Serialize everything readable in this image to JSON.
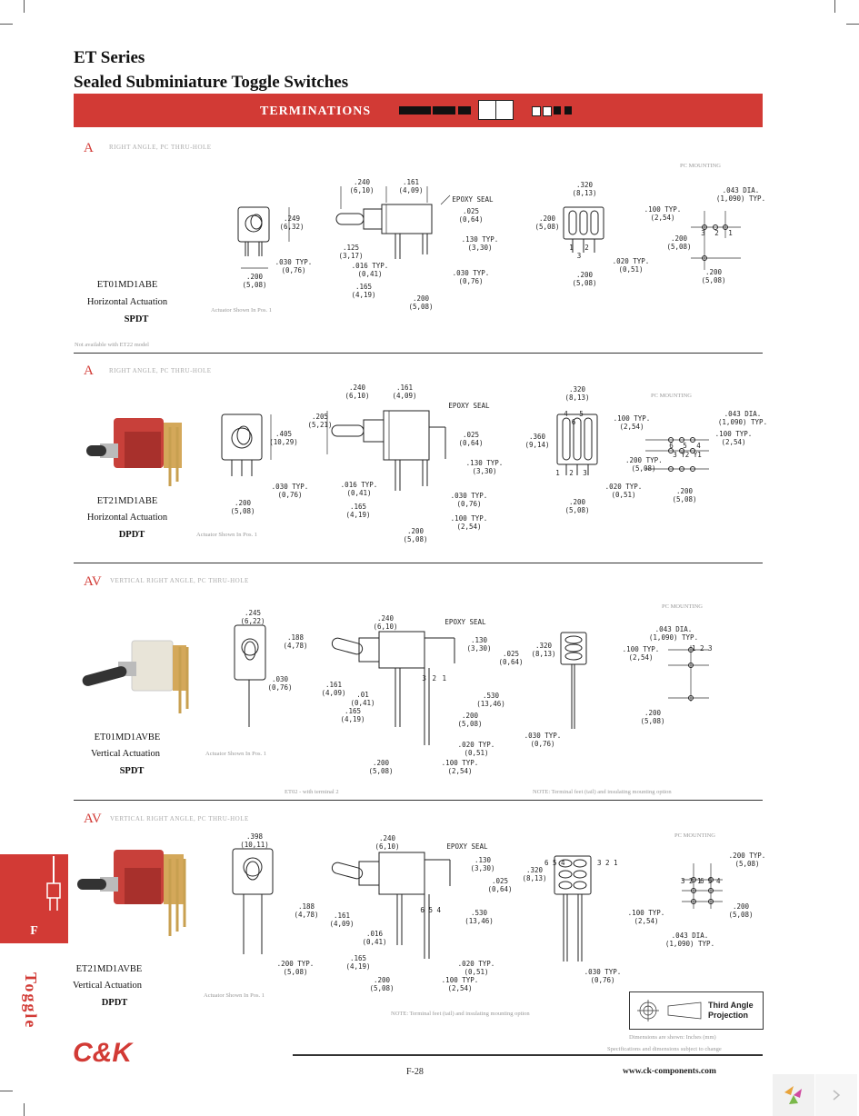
{
  "header": {
    "series": "ET Series",
    "subtitle": "Sealed Subminiature Toggle Switches"
  },
  "banner": {
    "label": "TERMINATIONS"
  },
  "common": {
    "epoxy_seal": "EPOXY SEAL",
    "pc_mounting": "PC MOUNTING",
    "actuator_shown": "Actuator Shown In Pos. 1",
    "note": "NOTE: Terminal feet (tail) and insulating mounting option"
  },
  "sections": [
    {
      "letter": "A",
      "desc": "RIGHT ANGLE, PC THRU-HOLE",
      "part": "ET01MD1ABE",
      "actuation": "Horizontal Actuation",
      "type": "SPDT",
      "footnote": "Not available with ET22 model",
      "pc_label": "PC MOUNTING",
      "dims": {
        "front_h": ".249\n(6,32)",
        "front_w": ".200\n(5,08)",
        "front_t": ".030 TYP.\n(0,76)",
        "side_a": ".240\n(6,10)",
        "side_b": ".161\n(4,09)",
        "side_c": ".025\n(0,64)",
        "side_d": ".130 TYP.\n(3,30)",
        "side_e": ".125\n(3,17)",
        "side_f": ".016 TYP.\n(0,41)",
        "side_g": ".165\n(4,19)",
        "side_h": ".030 TYP.\n(0,76)",
        "side_i": ".200\n(5,08)",
        "end_w": ".320\n(8,13)",
        "end_h": ".200\n(5,08)",
        "end_t": ".020 TYP.\n(0,51)",
        "end_b": ".200\n(5,08)",
        "pc_dia": ".043 DIA.\n(1,090) TYP.",
        "pc_a": ".100 TYP.\n(2,54)",
        "pc_b": ".200\n(5,08)",
        "pc_c": ".200\n(5,08)",
        "pins": "1 2 3",
        "pc_pins": "3 2 1"
      }
    },
    {
      "letter": "A",
      "desc": "RIGHT ANGLE, PC THRU-HOLE",
      "part": "ET21MD1ABE",
      "actuation": "Horizontal Actuation",
      "type": "DPDT",
      "pc_label": "PC MOUNTING",
      "dims": {
        "front_h": ".405\n(10,29)",
        "front_w": ".200\n(5,08)",
        "front_t": ".030 TYP.\n(0,76)",
        "side_a": ".240\n(6,10)",
        "side_b": ".161\n(4,09)",
        "side_top": ".205\n(5,21)",
        "side_c": ".025\n(0,64)",
        "side_d": ".130 TYP.\n(3,30)",
        "side_f": ".016 TYP.\n(0,41)",
        "side_g": ".165\n(4,19)",
        "side_h": ".030 TYP.\n(0,76)",
        "side_i": ".200\n(5,08)",
        "side_j": ".100 TYP.\n(2,54)",
        "end_w": ".320\n(8,13)",
        "end_h": ".360\n(9,14)",
        "end_t": ".020 TYP.\n(0,51)",
        "end_b": ".200\n(5,08)",
        "pc_dia": ".043 DIA.\n(1,090) TYP.",
        "pc_a": ".100 TYP.\n(2,54)",
        "pc_a2": ".100 TYP.\n(2,54)",
        "pc_b": ".200 TYP.\n(5,08)",
        "pc_c": ".200\n(5,08)",
        "pins_top": "4 5 6",
        "pins": "1 2 3",
        "pc_pins_top": "6 5 4",
        "pc_pins_bot": "3 Y2 Y1"
      }
    },
    {
      "letter": "AV",
      "desc": "VERTICAL RIGHT ANGLE, PC THRU-HOLE",
      "part": "ET01MD1AVBE",
      "actuation": "Vertical Actuation",
      "type": "SPDT",
      "footnote": "ET02 - with terminal 2",
      "pc_label": "PC MOUNTING",
      "dims": {
        "front_w": ".245\n(6,22)",
        "front_t": ".030\n(0,76)",
        "side_top": ".188\n(4,78)",
        "side_a": ".240\n(6,10)",
        "side_c": ".130\n(3,30)",
        "side_d": ".025\n(0,64)",
        "side_b": ".161\n(4,09)",
        "side_f": ".01\n(0,41)",
        "side_g": ".165\n(4,19)",
        "side_e": ".530\n(13,46)",
        "side_k": ".200\n(5,08)",
        "side_l": ".020 TYP.\n(0,51)",
        "side_i": ".200\n(5,08)",
        "side_j": ".100 TYP.\n(2,54)",
        "end_w": ".320\n(8,13)",
        "end_t": ".030 TYP.\n(0,76)",
        "pc_dia": ".043 DIA.\n(1,090) TYP.",
        "pc_a": ".100 TYP.\n(2,54)",
        "pc_b": ".200\n(5,08)",
        "pins": "3 2 1",
        "pc_pins": "1 2 3"
      }
    },
    {
      "letter": "AV",
      "desc": "VERTICAL RIGHT ANGLE, PC THRU-HOLE",
      "part": "ET21MD1AVBE",
      "actuation": "Vertical Actuation",
      "type": "DPDT",
      "pc_label": "PC MOUNTING",
      "dims": {
        "front_w": ".398\n(10,11)",
        "front_t": ".200 TYP.\n(5,08)",
        "side_top": ".188\n(4,78)",
        "side_a": ".240\n(6,10)",
        "side_c": ".130\n(3,30)",
        "side_d": ".025\n(0,64)",
        "side_b": ".161\n(4,09)",
        "side_f": ".016\n(0,41)",
        "side_e": ".530\n(13,46)",
        "side_g": ".165\n(4,19)",
        "side_l": ".020 TYP.\n(0,51)",
        "side_i": ".200\n(5,08)",
        "side_j": ".100 TYP.\n(2,54)",
        "end_w": ".320\n(8,13)",
        "end_t": ".030 TYP.\n(0,76)",
        "pc_dia": ".043 DIA.\n(1,090) TYP.",
        "pc_a": ".200 TYP.\n(5,08)",
        "pc_b": ".200\n(5,08)",
        "pc_c": ".100 TYP.\n(2,54)",
        "pins_l": "6 5 4",
        "pins_r": "3 2 1",
        "pins": "6 5 4"
      }
    }
  ],
  "projection": {
    "line1": "Third Angle",
    "line2": "Projection"
  },
  "projection_note": "Dimensions are shown: Inches (mm)",
  "spec_note": "Specifications and dimensions subject to change",
  "side_tab": {
    "letter": "F",
    "word": "Toggle"
  },
  "footer": {
    "logo": "C&K",
    "page": "F-28",
    "url": "www.ck-components.com"
  },
  "colors": {
    "accent": "#d23a35"
  }
}
